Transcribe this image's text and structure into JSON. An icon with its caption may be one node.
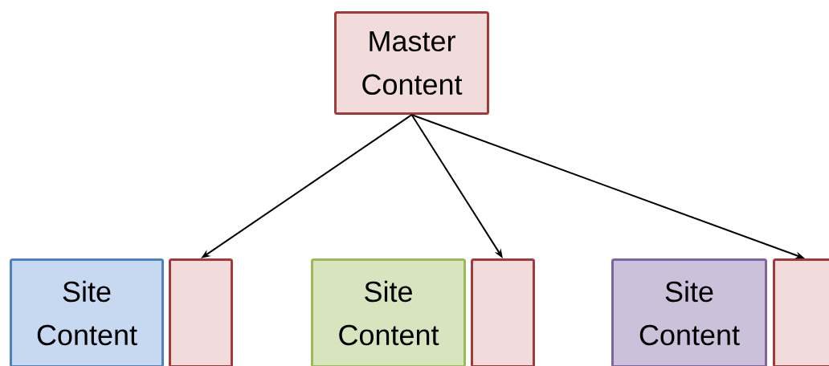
{
  "diagram": {
    "nodes": [
      {
        "text": [
          "Master Content"
        ]
      },
      {
        "text": [
          "Site Content"
        ]
      },
      {
        "text": [],
        "shape": "box"
      },
      {
        "text": [
          "Site Content"
        ]
      },
      {
        "text": [],
        "shape": "box"
      },
      {
        "text": [
          "Site Content"
        ]
      },
      {
        "text": [],
        "shape": "box"
      }
    ],
    "edges": [
      {
        "from": 0,
        "to": 2,
        "arrow": "to"
      },
      {
        "from": 0,
        "to": 4,
        "arrow": "to"
      },
      {
        "from": 0,
        "to": 6,
        "arrow": "to"
      }
    ]
  }
}
